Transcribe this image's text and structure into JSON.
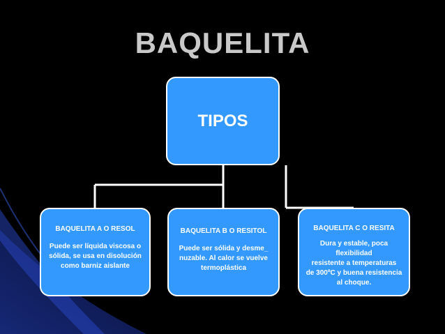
{
  "title": "BAQUELITA",
  "root": {
    "label": "TIPOS"
  },
  "children": [
    {
      "heading": "BAQUELITA A O RESOL",
      "lines": [
        "Puede ser líquida viscosa o",
        "sólida, se usa en disolución",
        "como barniz aislante"
      ]
    },
    {
      "heading": "BAQUELITA B O RESITOL",
      "lines": [
        "Puede ser sólida y desme_",
        "nuzable. Al calor se vuelve",
        "termoplástica"
      ]
    },
    {
      "heading": "BAQUELITA C O RESITA",
      "lines": [
        "Dura y estable, poca flexibilidad",
        "resistente a temperaturas",
        "de 300ºC y buena resistencia",
        "al choque."
      ]
    }
  ],
  "colors": {
    "background": "#000000",
    "node_fill": "#3399ff",
    "node_border": "#ffffff",
    "title_text": "#c9c9c9",
    "connector": "#ffffff"
  }
}
